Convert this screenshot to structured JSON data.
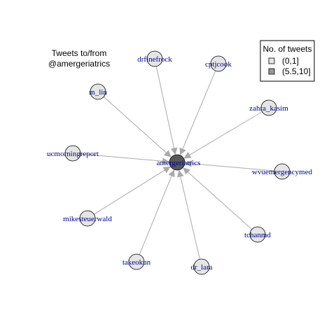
{
  "title": {
    "line1": "Tweets to/from",
    "line2": "@amergeriatrics"
  },
  "legend": {
    "title": "No. of tweets",
    "items": [
      {
        "label": "(0,1]",
        "color": "#e5e5e5"
      },
      {
        "label": "(5.5,10]",
        "color": "#999999"
      }
    ]
  },
  "colors": {
    "edge": "#aaaaaa",
    "label": "#00008b",
    "node_stroke": "#000000",
    "hub_fill": "#595959",
    "leaf_fill": "#e5e5e5"
  },
  "hub": {
    "label": "amergeriatrics"
  },
  "nodes": [
    {
      "label": "drfinefrock"
    },
    {
      "label": "cptjcook"
    },
    {
      "label": "m_lin"
    },
    {
      "label": "zahra_kasim"
    },
    {
      "label": "ucmorningreport"
    },
    {
      "label": "wvuemergencymed"
    },
    {
      "label": "mikesteuerwald"
    },
    {
      "label": "tchanmd"
    },
    {
      "label": "takeokun"
    },
    {
      "label": "dr_lara"
    }
  ]
}
